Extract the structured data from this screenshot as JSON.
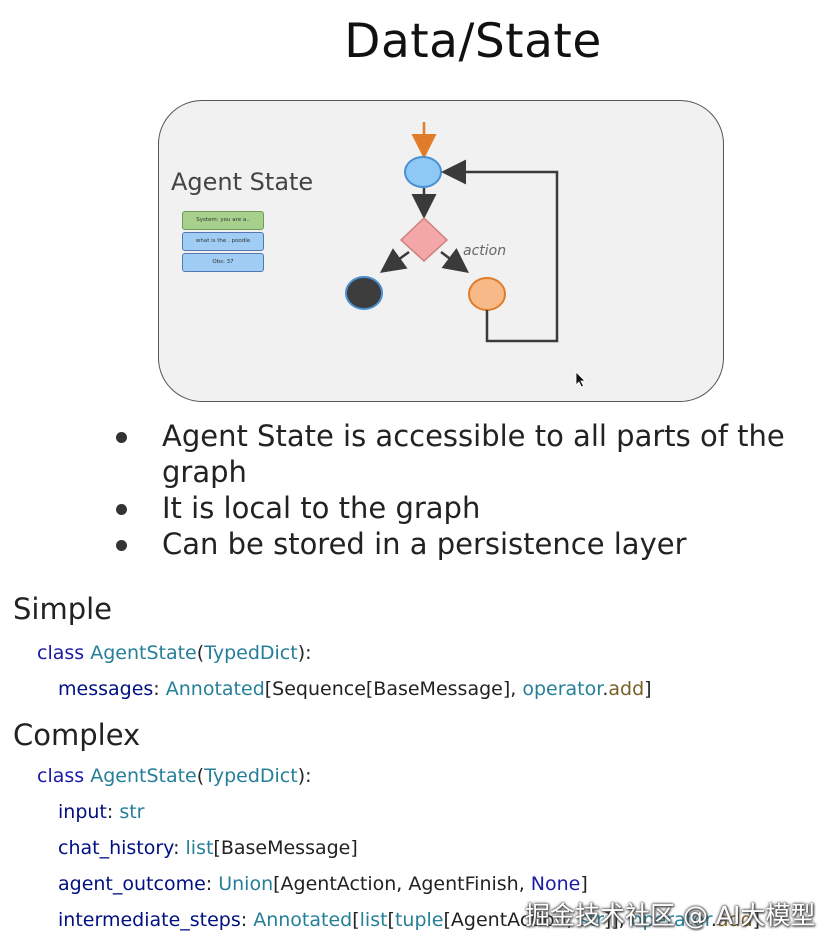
{
  "title": "Data/State",
  "diagram": {
    "agent_state_label": "Agent State",
    "state_cards": [
      {
        "text": "System: you are a..",
        "kind": "system"
      },
      {
        "text": "what is the . poodle",
        "kind": "user"
      },
      {
        "text": "Obs: 37",
        "kind": "obs"
      }
    ],
    "action_label": "action",
    "colors": {
      "start_arrow": "#e07b2a",
      "entry_node": "#8ec9f5",
      "decision_node": "#f3a7a7",
      "end_node": "#3d3d3d",
      "action_node": "#f7b987",
      "edge": "#3a3a3a"
    }
  },
  "bullets": [
    "Agent State is accessible to all parts of the graph",
    "It is local to the graph",
    "Can be stored in a persistence layer"
  ],
  "simple": {
    "heading": "Simple",
    "line1": {
      "kw": "class",
      "name": "AgentState",
      "open": "(",
      "base": "TypedDict",
      "close": "):"
    },
    "line2": {
      "field": "messages",
      "colon": ": ",
      "annotated": "Annotated",
      "b1": "[Sequence[BaseMessage], ",
      "operator": "operator",
      "dot": ".",
      "add": "add",
      "b2": "]"
    }
  },
  "complex": {
    "heading": "Complex",
    "line1": {
      "kw": "class",
      "name": "AgentState",
      "open": "(",
      "base": "TypedDict",
      "close": "):"
    },
    "line2": {
      "field": "input",
      "colon": ": ",
      "type": "str"
    },
    "line3": {
      "field": "chat_history",
      "colon": ": ",
      "type": "list",
      "rest": "[BaseMessage]"
    },
    "line4": {
      "field": "agent_outcome",
      "colon": ": ",
      "type": "Union",
      "rest": "[AgentAction, AgentFinish, ",
      "none": "None",
      "end": "]"
    },
    "line5": {
      "field": "intermediate_steps",
      "colon": ": ",
      "annotated": "Annotated",
      "b1": "[",
      "list": "list",
      "b2": "[",
      "tuple": "tuple",
      "rest": "[AgentAction, ",
      "str": "str",
      "rest2": "]], ",
      "operator": "operator",
      "dot": ".",
      "add": "add",
      "end": "]"
    }
  },
  "watermark": "掘金技术社区 @ AI大模型"
}
